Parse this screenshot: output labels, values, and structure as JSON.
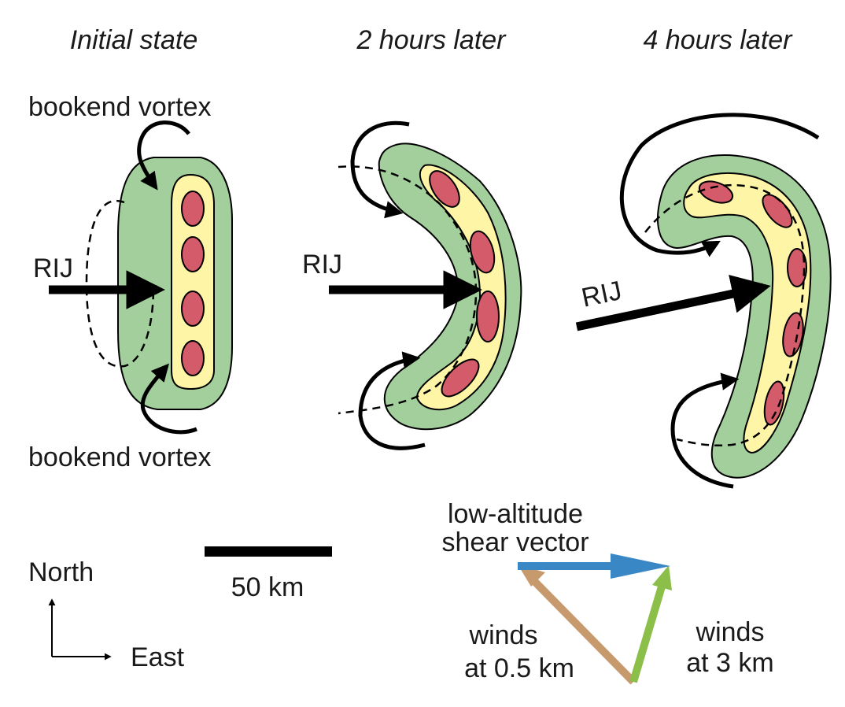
{
  "panels": [
    {
      "title": "Initial state"
    },
    {
      "title": "2 hours later"
    },
    {
      "title": "4 hours later"
    }
  ],
  "labels": {
    "vortex_top": "bookend vortex",
    "vortex_bottom": "bookend vortex",
    "rij_1": "RIJ",
    "rij_2": "RIJ",
    "rij_3": "RIJ"
  },
  "scale": {
    "label": "50 km"
  },
  "compass": {
    "north": "North",
    "east": "East"
  },
  "shear": {
    "title_line1": "low-altitude",
    "title_line2": "shear vector",
    "wind_low_line1": "winds",
    "wind_low_line2": "at 0.5 km",
    "wind_high_line1": "winds",
    "wind_high_line2": "at 3 km"
  },
  "colors": {
    "outer_band": "#a3cf9c",
    "inner_band": "#fff5a6",
    "cells": "#d45b6a",
    "shear_vector": "#3a87c6",
    "wind_low": "#c79a6d",
    "wind_high": "#8bbf4a",
    "ink": "#000000"
  }
}
